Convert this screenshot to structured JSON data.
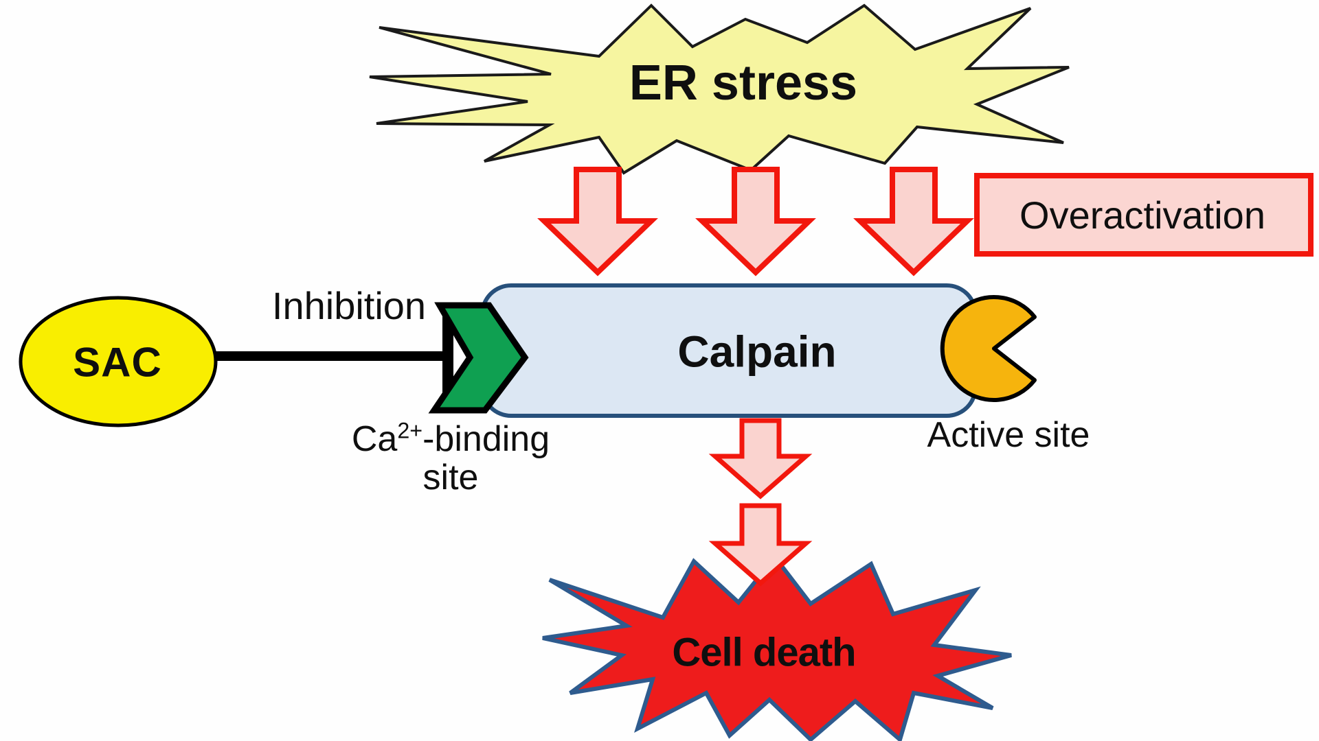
{
  "diagram_title": "Calpain overactivation pathway diagram",
  "nodes": {
    "er_stress": {
      "label": "ER stress",
      "shape": "starburst",
      "fill_name": "pale-yellow"
    },
    "overactivation": {
      "label": "Overactivation",
      "shape": "rectangle",
      "fill_name": "pink"
    },
    "calpain": {
      "label": "Calpain",
      "shape": "rounded-bar",
      "fill_name": "light-blue"
    },
    "sac": {
      "label": "SAC",
      "shape": "ellipse",
      "fill_name": "yellow"
    },
    "cell_death": {
      "label": "Cell death",
      "shape": "starburst",
      "fill_name": "red"
    }
  },
  "labels": {
    "inhibition": "Inhibition",
    "ca_base": "Ca",
    "ca_sup": "2+",
    "ca_rest": "-binding",
    "ca_line2": "site",
    "active_site": "Active site"
  },
  "icons": {
    "down_arrows_top_count": 3,
    "down_arrows_middle_count": 2,
    "chevron_meaning": "Ca2+-binding site marker",
    "pacman_meaning": "Active site marker",
    "tbar_meaning": "Inhibition"
  },
  "colors": {
    "background": "#FEFEFE",
    "text": "#0F0F0F",
    "er_fill": "#F6F5A0",
    "er_stroke": "#1A1A1A",
    "arrow_fill": "#FAD3CF",
    "arrow_stroke": "#F2170D",
    "overact_fill": "#FBD6D2",
    "overact_stroke": "#F2170D",
    "calpain_fill": "#DCE7F3",
    "calpain_stroke": "#27507B",
    "chevron_fill": "#0FA051",
    "chevron_stroke": "#000000",
    "pacman_fill": "#F6B40D",
    "pacman_stroke": "#000000",
    "sac_fill": "#F9EE00",
    "sac_stroke": "#000000",
    "inhibit_line": "#000000",
    "cell_fill": "#EE1C1C",
    "cell_stroke": "#2E5B8E"
  }
}
